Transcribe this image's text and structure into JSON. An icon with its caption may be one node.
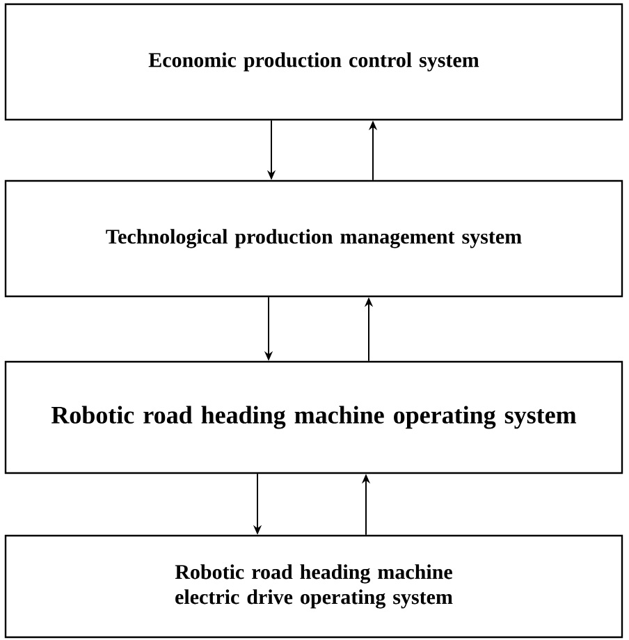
{
  "diagram": {
    "nodes": [
      {
        "text": [
          "Economic production control system"
        ]
      },
      {
        "text": [
          "Technological production management system"
        ]
      },
      {
        "text": [
          "Robotic road heading machine operating system"
        ]
      },
      {
        "text": [
          "Robotic road heading machine electric drive operating system"
        ]
      }
    ],
    "edges": [
      {
        "from": 0,
        "to": 1,
        "arrow": "to"
      },
      {
        "from": 1,
        "to": 0,
        "arrow": "to"
      },
      {
        "from": 1,
        "to": 2,
        "arrow": "to"
      },
      {
        "from": 2,
        "to": 1,
        "arrow": "to"
      },
      {
        "from": 2,
        "to": 3,
        "arrow": "to"
      },
      {
        "from": 3,
        "to": 2,
        "arrow": "to"
      }
    ]
  }
}
